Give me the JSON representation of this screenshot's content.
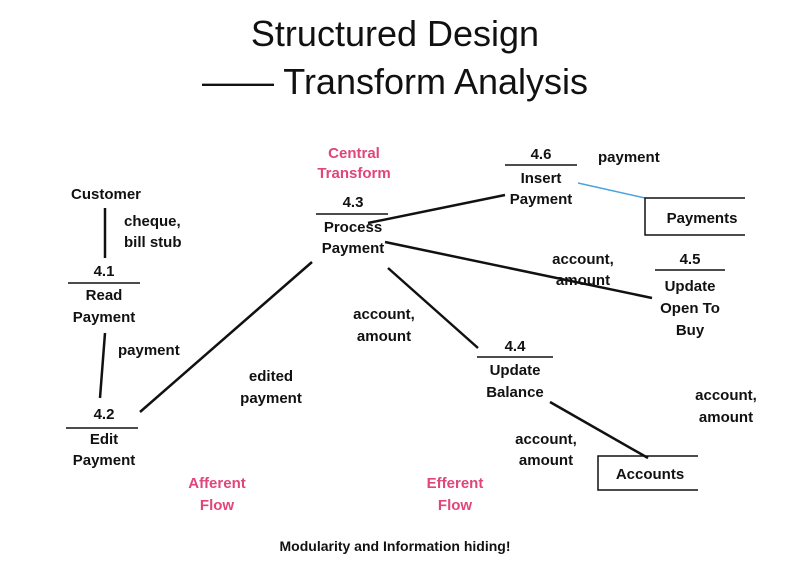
{
  "title": {
    "line1": "Structured Design",
    "line2": "—— Transform Analysis"
  },
  "diagram": {
    "central_transform": [
      "Central",
      "Transform"
    ],
    "afferent": [
      "Afferent",
      "Flow"
    ],
    "efferent": [
      "Efferent",
      "Flow"
    ],
    "processes": {
      "p41": {
        "num": "4.1",
        "name": [
          "Read",
          "Payment"
        ]
      },
      "p42": {
        "num": "4.2",
        "name": [
          "Edit",
          "Payment"
        ]
      },
      "p43": {
        "num": "4.3",
        "name": [
          "Process",
          "Payment"
        ]
      },
      "p44": {
        "num": "4.4",
        "name": [
          "Update",
          "Balance"
        ]
      },
      "p45": {
        "num": "4.5",
        "name": [
          "Update",
          "Open To",
          "Buy"
        ]
      },
      "p46": {
        "num": "4.6",
        "name": [
          "Insert",
          "Payment"
        ]
      }
    },
    "external": {
      "customer": "Customer"
    },
    "stores": {
      "payments": "Payments",
      "accounts": "Accounts"
    },
    "flows": {
      "cheque": [
        "cheque,",
        "bill stub"
      ],
      "payment_41_42": "payment",
      "edited_payment": [
        "edited",
        "payment"
      ],
      "account_amount_43_44": [
        "account,",
        "amount"
      ],
      "account_amount_43_45": [
        "account,",
        "amount"
      ],
      "payment_46": "payment",
      "account_amount_44_accounts": [
        "account,",
        "amount"
      ],
      "account_amount_right": [
        "account,",
        "amount"
      ]
    }
  },
  "footer": "Modularity and Information hiding!"
}
